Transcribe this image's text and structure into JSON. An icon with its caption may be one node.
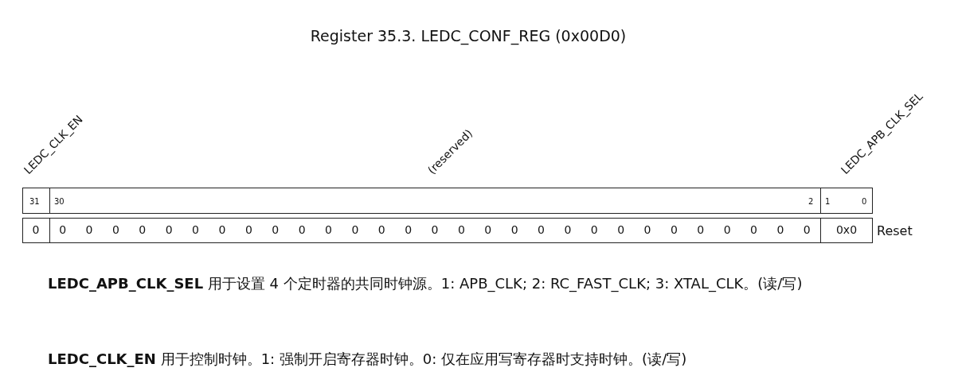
{
  "diagram": {
    "title": "Register 35.3. LEDC_CONF_REG (0x00D0)",
    "labels": [
      "LEDC_CLK_EN",
      "(reserved)",
      "LEDC_APB_CLK_SEL",
      "31",
      "30",
      "2",
      "1",
      "0",
      "0",
      "0",
      "0",
      "0",
      "0",
      "0",
      "0",
      "0",
      "0",
      "0",
      "0",
      "0",
      "0",
      "0",
      "0",
      "0",
      "0",
      "0",
      "0",
      "0",
      "0",
      "0",
      "0",
      "0",
      "0",
      "0",
      "0",
      "0",
      "0",
      "0",
      "0x0",
      "Reset",
      "**LEDC_APB_CLK_SEL**  用于设置 4 个定时器的共同时钟源。1: APB_CLK; 2: RC_FAST_CLK; 3: XTAL_CLK。(读/写)",
      "**LEDC_CLK_EN**  用于控制时钟。1: 强制开启寄存器时钟。0: 仅在应用写寄存器时支持时钟。(读/写)"
    ]
  }
}
